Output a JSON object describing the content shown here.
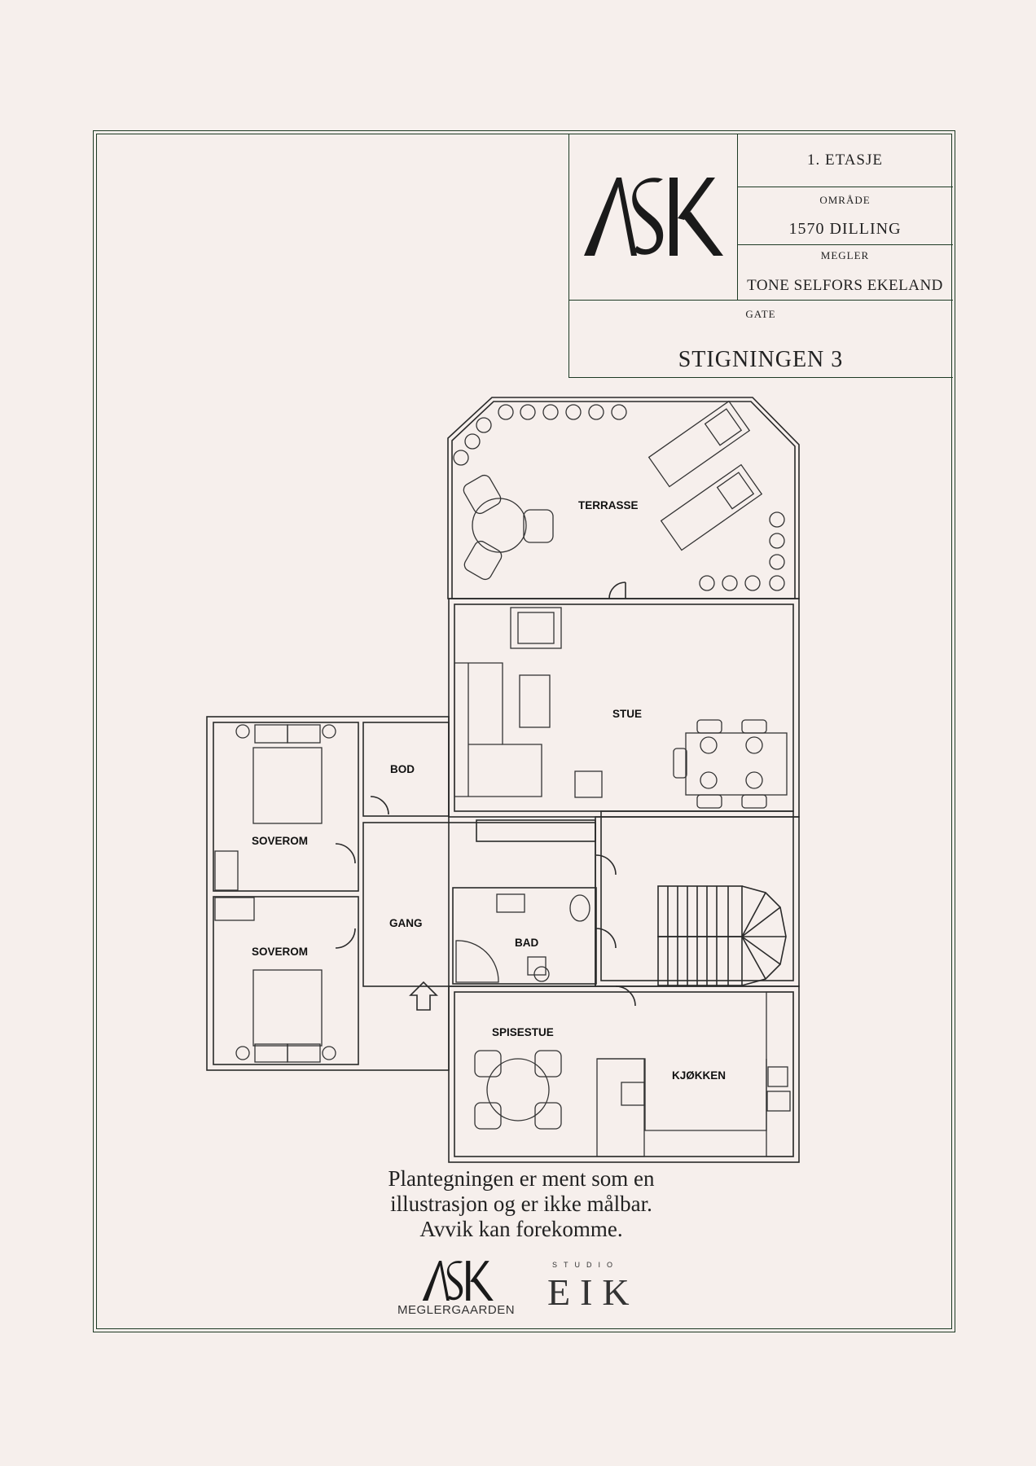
{
  "title_block": {
    "floor": "1. ETASJE",
    "area_label": "OMRÅDE",
    "area_value": "1570 DILLING",
    "agent_label": "MEGLER",
    "agent_value": "TONE SELFORS EKELAND",
    "street_label": "GATE",
    "street_value": "STIGNINGEN 3"
  },
  "logo": {
    "text": "ASK"
  },
  "rooms": {
    "terrasse": "TERRASSE",
    "stue": "STUE",
    "bod": "BOD",
    "soverom_1": "SOVEROM",
    "soverom_2": "SOVEROM",
    "gang": "GANG",
    "bad": "BAD",
    "spisestue": "SPISESTUE",
    "kjokken": "KJØKKEN"
  },
  "disclaimer": "Plantegningen er ment som en\nillustrasjon og er ikke målbar.\nAvvik kan forekomme.",
  "footer": {
    "ask_logo": "ASK",
    "meglergaarden": "MEGLERGAARDEN",
    "studio": "STUDIO",
    "eik": "EIK"
  },
  "colors": {
    "background": "#f6efec",
    "frame": "#1d3a24",
    "ink": "#222222"
  }
}
